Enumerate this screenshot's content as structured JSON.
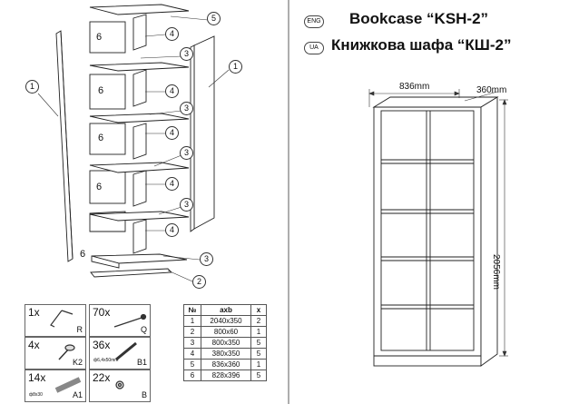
{
  "titles": {
    "eng_badge": "ENG",
    "eng_title": "Bookcase “KSH-2”",
    "ua_badge": "UA",
    "ua_title": "Книжкова шафа “КШ-2”"
  },
  "dimensions": {
    "width": "836mm",
    "depth": "360mm",
    "height": "2056mm"
  },
  "callouts": {
    "c1": "1",
    "c2": "2",
    "c3": "3",
    "c4": "4",
    "c5": "5",
    "c6": "6"
  },
  "hardware": [
    {
      "qty": "1x",
      "code": "R",
      "sub": ""
    },
    {
      "qty": "70x",
      "code": "Q",
      "sub": ""
    },
    {
      "qty": "4x",
      "code": "K2",
      "sub": ""
    },
    {
      "qty": "36x",
      "code": "B1",
      "sub": "ф6,4x50mm"
    },
    {
      "qty": "14x",
      "code": "A1",
      "sub": "ф8x30"
    },
    {
      "qty": "22x",
      "code": "B",
      "sub": ""
    }
  ],
  "parts_table": {
    "headers": [
      "№",
      "axb",
      "x"
    ],
    "rows": [
      [
        "1",
        "2040x350",
        "2"
      ],
      [
        "2",
        "800x60",
        "1"
      ],
      [
        "3",
        "800x350",
        "5"
      ],
      [
        "4",
        "380x350",
        "5"
      ],
      [
        "5",
        "836x360",
        "1"
      ],
      [
        "6",
        "828x396",
        "5"
      ]
    ]
  }
}
